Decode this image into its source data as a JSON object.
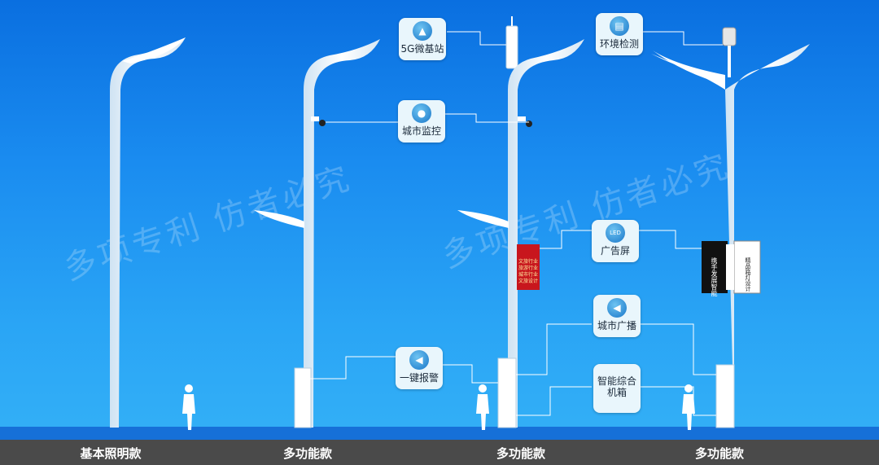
{
  "captions": [
    "基本照明款",
    "多功能款",
    "多功能款",
    "多功能款"
  ],
  "watermarks": [
    "多项专利  仿者必究",
    "多项专利  仿者必究"
  ],
  "callouts": {
    "base_station": "5G微基站",
    "environment": "环境检测",
    "surveillance": "城市监控",
    "ad_screen": "广告屏",
    "broadcast": "城市广播",
    "emergency": "一键报警",
    "smart_box": "智能综合机箱",
    "led_icon_text": "LED"
  },
  "ad_screen_left": [
    "文旅行业",
    "旅游行业",
    "城市行业",
    "文旅设计"
  ],
  "ad_screen_right_black": "携手发展智能",
  "ad_screen_right_white": "精品路灯设计",
  "colors": {
    "sky_top": "#0a6fe0",
    "sky_bottom": "#35b2f7",
    "ground": "#1670d8",
    "footer": "#4a4a4a",
    "callout_bg": "#e9f6fc"
  },
  "icons": [
    "tower-icon",
    "environment-sensor-icon",
    "camera-icon",
    "led-icon",
    "speaker-icon",
    "alarm-speaker-icon",
    "cabinet-icon"
  ]
}
